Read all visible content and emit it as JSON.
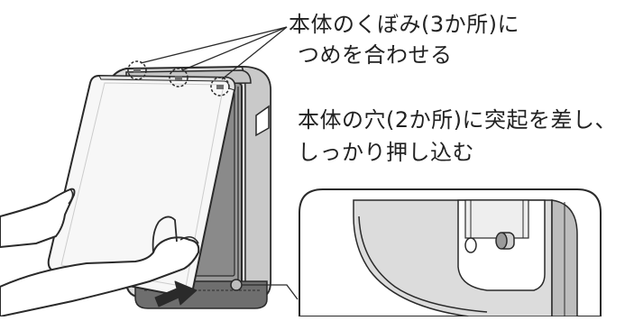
{
  "callouts": {
    "top_line1": "本体のくぼみ(3か所)に",
    "top_line2": "つめを合わせる",
    "right_line1": "本体の穴(2か所)に突起を差し、",
    "right_line2": "しっかり押し込む"
  },
  "colors": {
    "stroke": "#2a2a2a",
    "body_gray": "#dcdcdc",
    "inner_gray": "#9a9a9a",
    "panel_white": "#f7f7f7",
    "dark_gray": "#6e6e6e"
  }
}
